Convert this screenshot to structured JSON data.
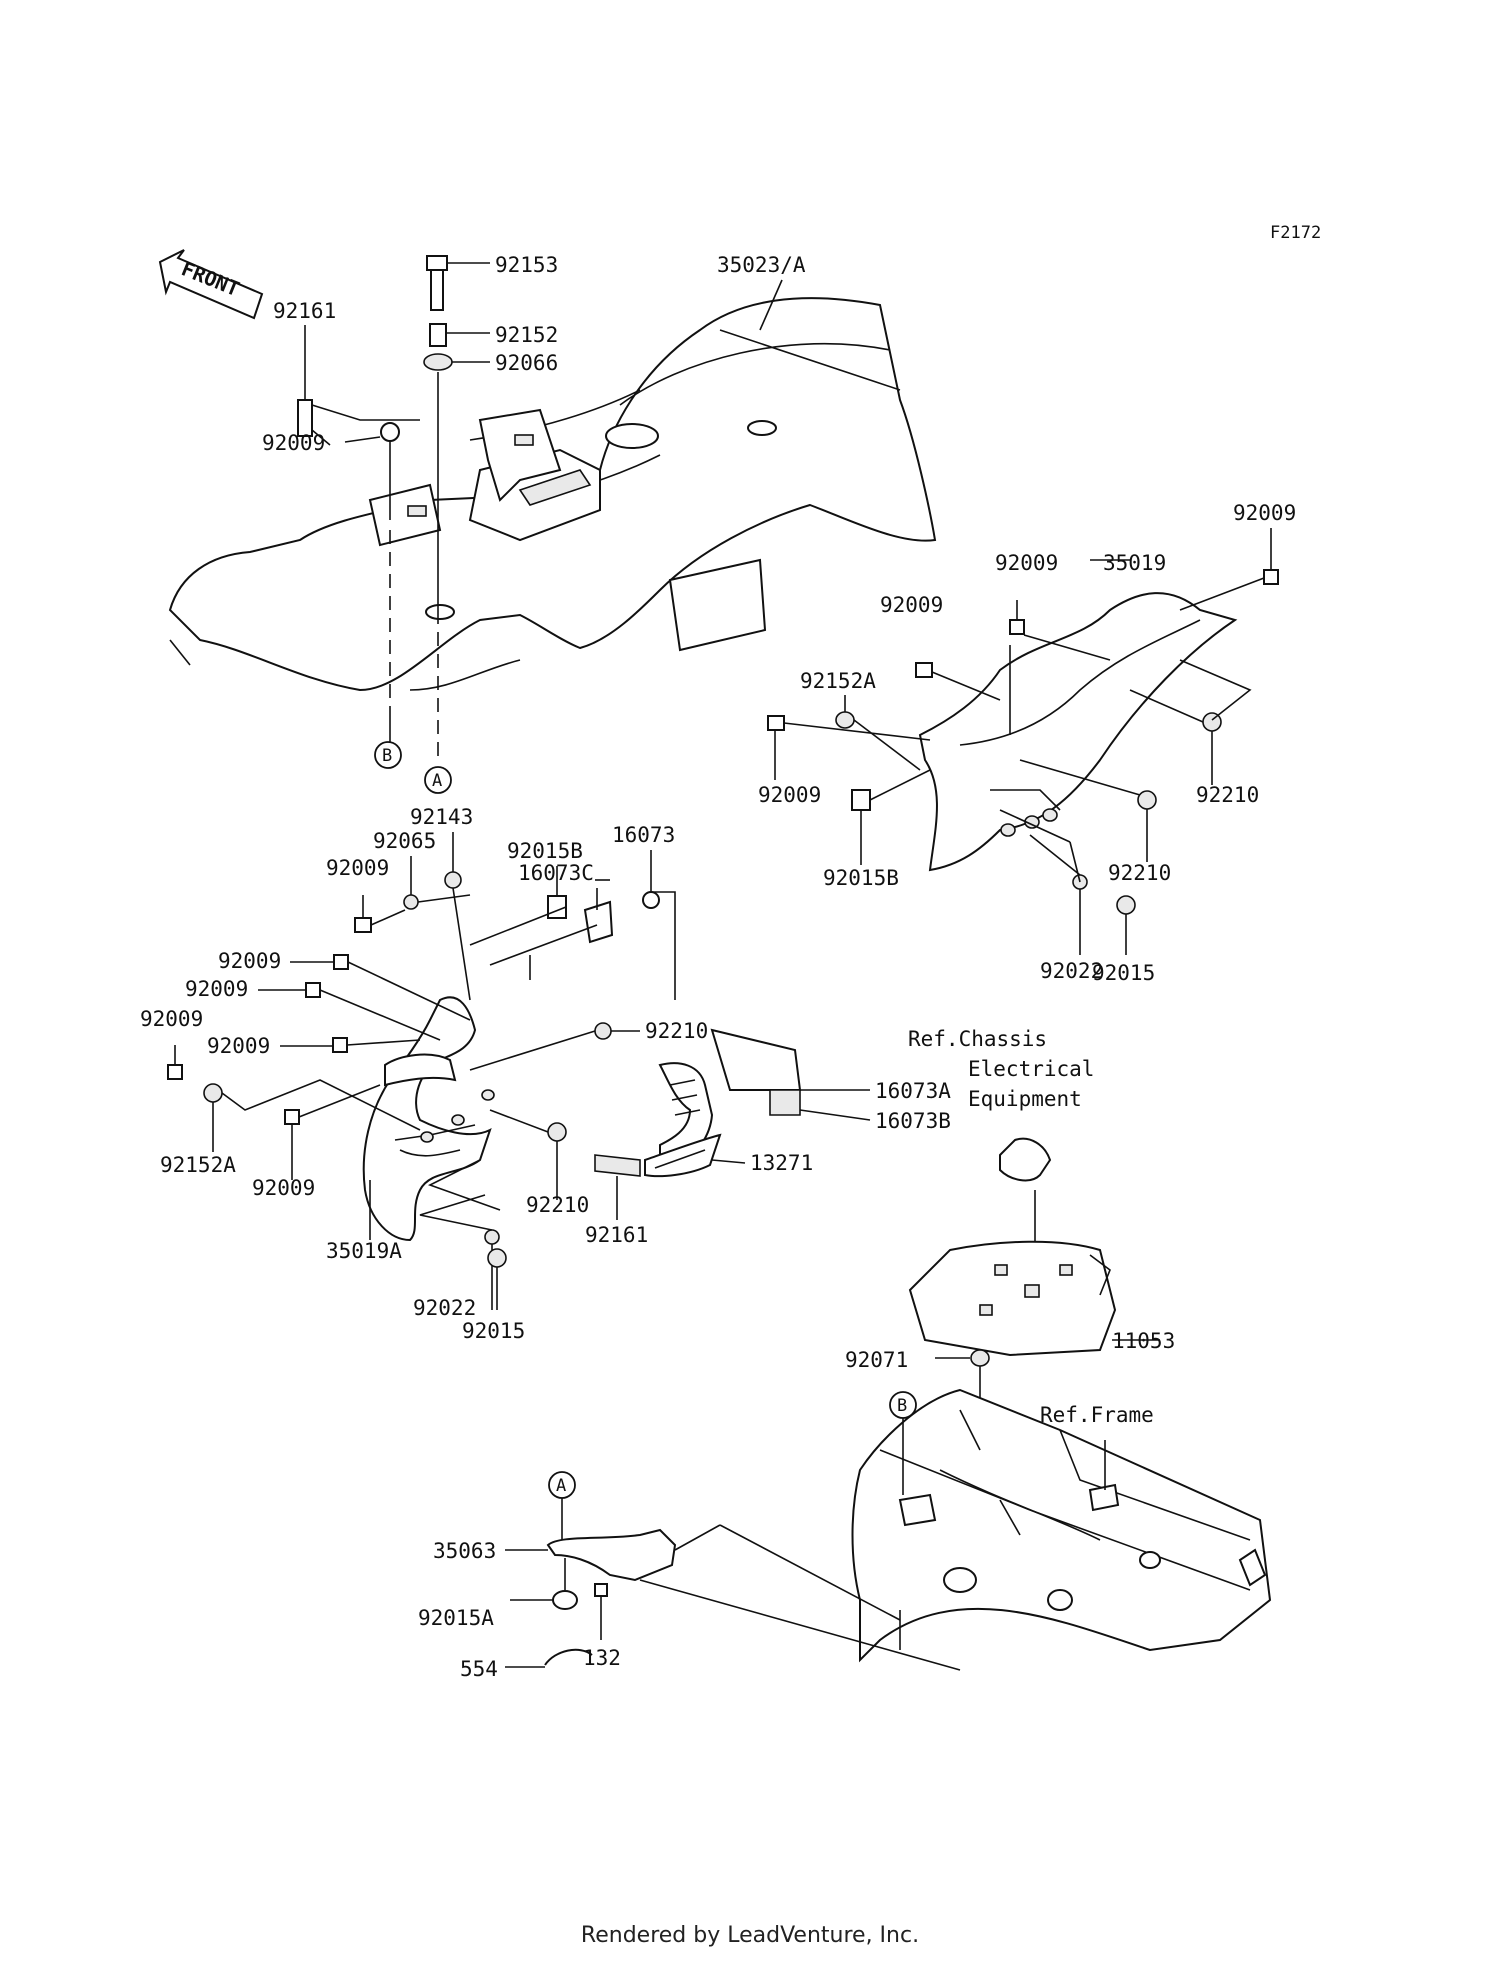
{
  "figure_code": "F2172",
  "front_label": "FRONT",
  "footer": "Rendered by LeadVenture, Inc.",
  "callouts": {
    "a": "A",
    "b": "B"
  },
  "labels": {
    "p92153": "92153",
    "p35023": "35023/A",
    "p92161_top": "92161",
    "p92152": "92152",
    "p92066": "92066",
    "p92009_top": "92009",
    "p92009_r1": "92009",
    "p35019": "35019",
    "p92009_r2": "92009",
    "p92009_r3": "92009",
    "p92152a_r": "92152A",
    "p92009_r4": "92009",
    "p92210_r1": "92210",
    "p92015b_r": "92015B",
    "p92210_r2": "92210",
    "p92022_r": "92022",
    "p92015_r": "92015",
    "p92143": "92143",
    "p92065": "92065",
    "p92009_l1": "92009",
    "p92015b_l": "92015B",
    "p16073": "16073",
    "p16073c": "16073C",
    "p92009_l2": "92009",
    "p92009_l3": "92009",
    "p92009_l4": "92009",
    "p92009_l5": "92009",
    "p92210_l1": "92210",
    "p16073a": "16073A",
    "p16073b": "16073B",
    "p92152a_l": "92152A",
    "p92009_l6": "92009",
    "p13271": "13271",
    "p92210_l2": "92210",
    "p92161_l": "92161",
    "p35019a": "35019A",
    "p92022_l": "92022",
    "p92015_l": "92015",
    "ref_chassis_1": "Ref.Chassis",
    "ref_chassis_2": "Electrical",
    "ref_chassis_3": "Equipment",
    "p11053": "11053",
    "p92071": "92071",
    "ref_frame": "Ref.Frame",
    "p35063": "35063",
    "p92015a": "92015A",
    "p132": "132",
    "p554": "554"
  }
}
